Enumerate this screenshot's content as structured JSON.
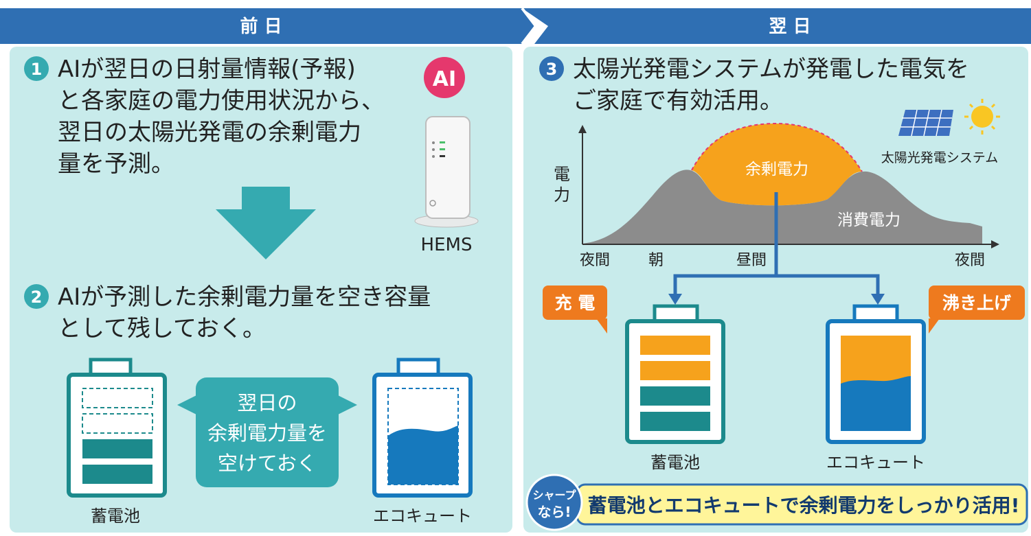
{
  "header": {
    "left_label": "前 日",
    "right_label": "翌 日"
  },
  "left_panel": {
    "step1": {
      "number": "1",
      "lines": [
        "AIが翌日の日射量情報(予報)",
        "と各家庭の電力使用状況から、",
        "翌日の太陽光発電の余剰電力",
        "量を予測。"
      ]
    },
    "ai_badge": "AI",
    "device_label": "HEMS",
    "step2": {
      "number": "2",
      "lines": [
        "AIが予測した余剰電力量を空き容量",
        "として残しておく。"
      ]
    },
    "callout_lines": [
      "翌日の",
      "余剰電力量を",
      "空けておく"
    ],
    "battery_label": "蓄電池",
    "ecocute_label": "エコキュート"
  },
  "right_panel": {
    "step3": {
      "number": "3",
      "lines": [
        "太陽光発電システムが発電した電気を",
        "ご家庭で有効活用。"
      ]
    },
    "solar_label": "太陽光発電システム",
    "chart": {
      "ylabel_lines": [
        "電",
        "力"
      ],
      "surplus_label": "余剰電力",
      "consumption_label": "消費電力",
      "x_ticks": [
        "夜間",
        "朝",
        "昼間",
        "夜間"
      ]
    },
    "charge_tag": "充 電",
    "boil_tag": "沸き上げ",
    "battery_label": "蓄電池",
    "ecocute_label": "エコキュート",
    "sharp_badge_lines": [
      "シャープ",
      "なら!"
    ],
    "banner_text": "蓄電池とエコキュートで余剰電力をしっかり活用!"
  },
  "colors": {
    "header_blue": "#2f6fb3",
    "panel_bg": "#c8ebeb",
    "teal": "#35aab0",
    "dark_teal": "#1c8a8c",
    "orange": "#f6a21c",
    "tag_orange": "#ee7a1e",
    "ai_pink": "#e5386d",
    "water_blue": "#1679bd",
    "gray": "#8c8c8c",
    "banner_yellow": "#fff59a"
  }
}
